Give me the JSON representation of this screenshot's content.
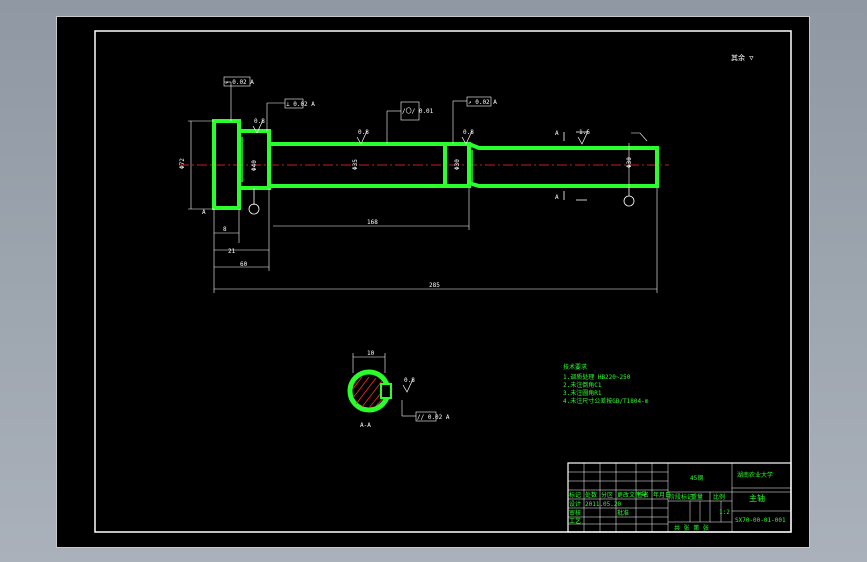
{
  "drawing": {
    "corner_mark": "其余 ▽",
    "callouts": {
      "runout_left": "↗ 0.02 A",
      "perpendicular_left": "⊥ 0.02 A",
      "cylindricity": "/〇/ 0.01",
      "runout_right": "↗ 0.02 A",
      "parallel_key": "// 0.02 A"
    },
    "surface_marks": {
      "r1": "0.8",
      "r2": "0.8",
      "r3": "0.8",
      "r4": "1.6",
      "r5": "0.8"
    },
    "diameters": {
      "d_flange": "Φ72",
      "d_shoulder": "Φ40",
      "d_mid": "Φ35",
      "d_groove": "Φ30",
      "d_end": "Φ30",
      "key_width": "10"
    },
    "dimensions": {
      "d_8": "8",
      "d_21": "21",
      "d_60": "60",
      "d_168": "168",
      "d_total": "285"
    },
    "datum_label": "A",
    "section_label": "A-A",
    "section_marks": {
      "left": "A",
      "right": "A"
    },
    "notes": [
      "技术要求",
      "1.调质处理 HB220~250",
      "2.未注倒角C1",
      "3.未注圆角R1",
      "4.未注尺寸公差按GB/T1804-m"
    ]
  },
  "title_block": {
    "part_name": "主轴",
    "material": "45钢",
    "school": "湖南农业大学",
    "drawing_no": "SX70-00-01-001",
    "scale_label": "比例",
    "scale": "1:2",
    "headers": [
      "标记",
      "处数",
      "分区",
      "更改文件号",
      "签名",
      "年月日"
    ],
    "roles": [
      "设计",
      "审核",
      "工艺",
      "批准"
    ],
    "date": "2011.05.20",
    "stage_label": "阶段标记",
    "weight_label": "重量",
    "sheet_info": "共 张 第 张"
  },
  "colors": {
    "part": "#2bff2b",
    "centerline": "#ff2a2a",
    "hatch": "#ff2a2a",
    "lines": "#ffffff",
    "sheet": "#000000"
  }
}
